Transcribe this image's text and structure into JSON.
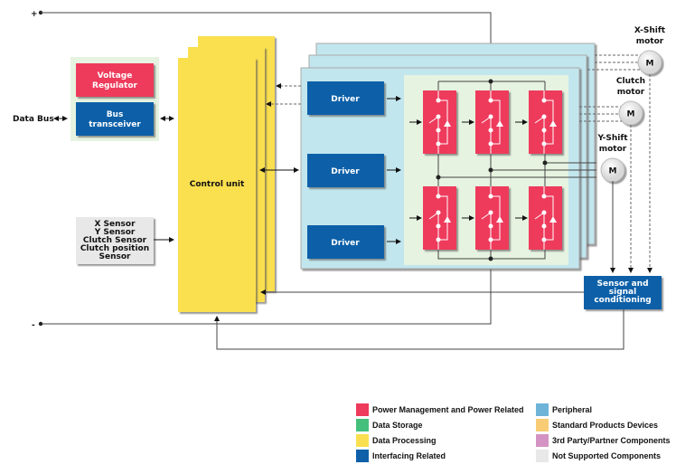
{
  "colors": {
    "power": "#ee3a5c",
    "storage": "#45c07c",
    "processing": "#fadf50",
    "interfacing": "#0f60a8",
    "peripheral": "#6db4d8",
    "standard": "#f8cc74",
    "third_party": "#d493c2",
    "not_supported": "#e8e8e8",
    "panel_blue": "#c2e6ee",
    "panel_green": "#e6f3e0"
  },
  "rails": {
    "plus": "+",
    "minus": "-"
  },
  "data_bus": "Data Bus",
  "voltage_regulator": [
    "Voltage",
    "Regulator"
  ],
  "bus_transceiver": [
    "Bus",
    "transceiver"
  ],
  "control_unit": "Control unit",
  "sensors": [
    "X Sensor",
    "Y Sensor",
    "Clutch Sensor",
    "Clutch position",
    "Sensor"
  ],
  "drivers": [
    "Driver",
    "Driver",
    "Driver"
  ],
  "motors": [
    {
      "label": [
        "X-Shift",
        "motor"
      ],
      "symbol": "M"
    },
    {
      "label": [
        "Clutch",
        "motor"
      ],
      "symbol": "M"
    },
    {
      "label": [
        "Y-Shift",
        "motor"
      ],
      "symbol": "M"
    }
  ],
  "sensor_conditioning": [
    "Sensor and",
    "signal",
    "conditioning"
  ],
  "legend": [
    {
      "label": "Power Management and Power Related",
      "color": "#ee3a5c"
    },
    {
      "label": "Data Storage",
      "color": "#45c07c"
    },
    {
      "label": "Data Processing",
      "color": "#fadf50"
    },
    {
      "label": "Interfacing Related",
      "color": "#0f60a8"
    },
    {
      "label": "Peripheral",
      "color": "#6db4d8"
    },
    {
      "label": "Standard Products Devices",
      "color": "#f8cc74"
    },
    {
      "label": "3rd Party/Partner Components",
      "color": "#d493c2"
    },
    {
      "label": "Not Supported Components",
      "color": "#e8e8e8"
    }
  ]
}
